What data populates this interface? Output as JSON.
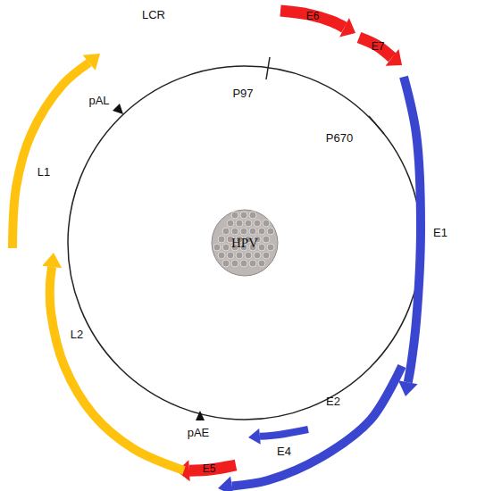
{
  "diagram": {
    "nodes": [
      {
        "text": [
          "E6"
        ]
      },
      {
        "text": [
          "E7"
        ]
      },
      {
        "text": [
          "E5"
        ]
      },
      {
        "text": [
          "HPV"
        ]
      }
    ],
    "labels": [
      "LCR",
      "pAL",
      "P97",
      "P670",
      "E1",
      "E4",
      "E2",
      "pAE",
      "L2",
      "L1"
    ]
  }
}
